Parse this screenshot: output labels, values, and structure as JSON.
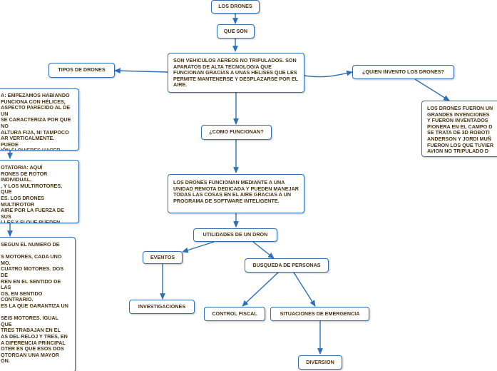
{
  "diagram": {
    "root": "LOS DRONES",
    "que_son": "QUE SON",
    "definicion": "SON VEHICULOS AEREOS NO TRIPULADOS. SON APARATOS DE ALTA TECNOLOGIA QUE FUNCIONAN GRACIAS A UNAS HELISES QUE LES PERMITE MANTENERSE Y DESPLAZARSE POR EL AIRE.",
    "tipos": "TIPOS DE DRONES",
    "quien_invento": "¿QUIEN INVENTO LOS DRONES?",
    "como_funcionan": "¿COMO FUNCIONAN?",
    "funcionamiento": "LOS DRONES FUNCIONAN MEDIANTE A UNA UNIDAD REMOTA DEDICADA Y PUEDEN MANEJAR TODAS LAS COSAS EN EL AIRE GRACIAS A UN PROGRAMA DE SOFTWARE INTELIGENTE.",
    "utilidades": "UTILIDADES DE UN DRON",
    "eventos": "EVENTOS",
    "busqueda": "BUSQUEDA DE PERSONAS",
    "investigaciones": "INVESTIGACIONES",
    "control_fiscal": "CONTROL FISCAL",
    "emergencia": "SITUACIONES DE EMERGENCIA",
    "diversion": "DIVERSION",
    "inventores": "LOS DRONES FUERON UN\nGRANDES INVENCIONES\nY FUERON INVENTADOS\nPIONERA EN EL CAMPO D\nSE TRATA DE 3D ROBOTI\nANDERSON Y JORDI MUÑ\nFUERON LOS QUE TUVIER\nAVION NO TRIPULADO D",
    "ala_fija": "A: Empezamos habiando\n funciona con hélices,\naspecto parecido al de un\nSe caracteriza por que no\naltura fija, ni tampoco\nar verticalmente. Puede\nión si quieres hacer\n que el movimiento es",
    "rotatoria": "OTATORIA: Aquí\nrones de rotor individual,\n, y los multirotores, que\nes. Los drones multirotor\n aire por la fuerza de sus\nlles y si que pueden\nar verticalmente. Sin\n desventaja de que\nen poca autonomía.",
    "motores": "SEGUN EL NUMERO DE\n\ns motores, cada uno\nmo.\ncuatro motores. Dos de\nren en el sentido de las\nos, en sentido contrario.\nes la que garantiza un\n\nseis motores. Igual que\n tres trabajan en el\nas del reloj y tres, en\na diferencia principal\noter es que esos dos\notorgan una mayor\nón.\n\nmo, encontramos el\nne ocho motores para\nracteriza por una mayor\nad que los anteriores."
  }
}
